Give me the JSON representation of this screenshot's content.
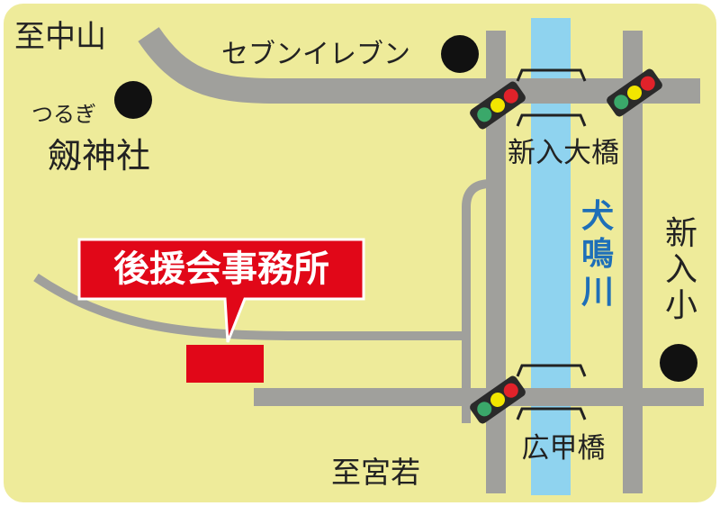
{
  "map": {
    "colors": {
      "background": "#eeeb9a",
      "border": "#ffffff",
      "road": "#a0a09c",
      "river": "#8fd3ef",
      "river_label": "#1e6fb8",
      "office": "#e10718",
      "landmark_dot": "#111111",
      "bridge_mark": "#222222",
      "signal_body": "#2a2a2a",
      "signal_green": "#3aa86a",
      "signal_yellow": "#f2e600",
      "signal_red": "#e1222a"
    },
    "labels": {
      "to_nakayama": "至中山",
      "seven_eleven": "セブンイレブン",
      "tsurugi_reading": "つるぎ",
      "tsurugi_shrine": "劔神社",
      "shinniu_bridge": "新入大橋",
      "inunaki_river": "犬鳴川",
      "shinniu_elementary": "新入小",
      "office": "後援会事務所",
      "hiroko_bridge": "広甲橋",
      "to_miyawaka": "至宮若"
    },
    "icons": {
      "landmark": "landmark-dot-icon",
      "traffic_signal": "traffic-signal-icon",
      "bridge": "bridge-mark-icon"
    }
  }
}
